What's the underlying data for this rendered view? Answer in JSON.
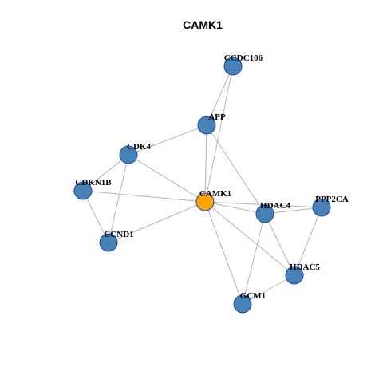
{
  "title": "CAMK1",
  "colors": {
    "hub_fill": "#FFA500",
    "node_fill": "#4682B4",
    "node_border": "#1F3FBF",
    "edge": "#B3B3B3"
  },
  "nodes": [
    {
      "id": "CCDC106",
      "label": "CCDC106",
      "role": "neighbor"
    },
    {
      "id": "APP",
      "label": "APP",
      "role": "neighbor"
    },
    {
      "id": "CDK4",
      "label": "CDK4",
      "role": "neighbor"
    },
    {
      "id": "CDKN1B",
      "label": "CDKN1B",
      "role": "neighbor"
    },
    {
      "id": "CAMK1",
      "label": "CAMK1",
      "role": "hub"
    },
    {
      "id": "HDAC4",
      "label": "HDAC4",
      "role": "neighbor"
    },
    {
      "id": "PPP2CA",
      "label": "PPP2CA",
      "role": "neighbor"
    },
    {
      "id": "CCND1",
      "label": "CCND1",
      "role": "neighbor"
    },
    {
      "id": "HDAC5",
      "label": "HDAC5",
      "role": "neighbor"
    },
    {
      "id": "GCM1",
      "label": "GCM1",
      "role": "neighbor"
    }
  ],
  "edges": [
    [
      "CCDC106",
      "APP"
    ],
    [
      "CCDC106",
      "CAMK1"
    ],
    [
      "APP",
      "CDK4"
    ],
    [
      "APP",
      "CAMK1"
    ],
    [
      "APP",
      "HDAC4"
    ],
    [
      "CDK4",
      "CDKN1B"
    ],
    [
      "CDK4",
      "CCND1"
    ],
    [
      "CDK4",
      "CAMK1"
    ],
    [
      "CDKN1B",
      "CCND1"
    ],
    [
      "CDKN1B",
      "CAMK1"
    ],
    [
      "CCND1",
      "CAMK1"
    ],
    [
      "CAMK1",
      "HDAC4"
    ],
    [
      "CAMK1",
      "PPP2CA"
    ],
    [
      "CAMK1",
      "HDAC5"
    ],
    [
      "CAMK1",
      "GCM1"
    ],
    [
      "HDAC4",
      "PPP2CA"
    ],
    [
      "HDAC4",
      "HDAC5"
    ],
    [
      "HDAC4",
      "GCM1"
    ],
    [
      "PPP2CA",
      "HDAC5"
    ],
    [
      "HDAC5",
      "GCM1"
    ]
  ]
}
